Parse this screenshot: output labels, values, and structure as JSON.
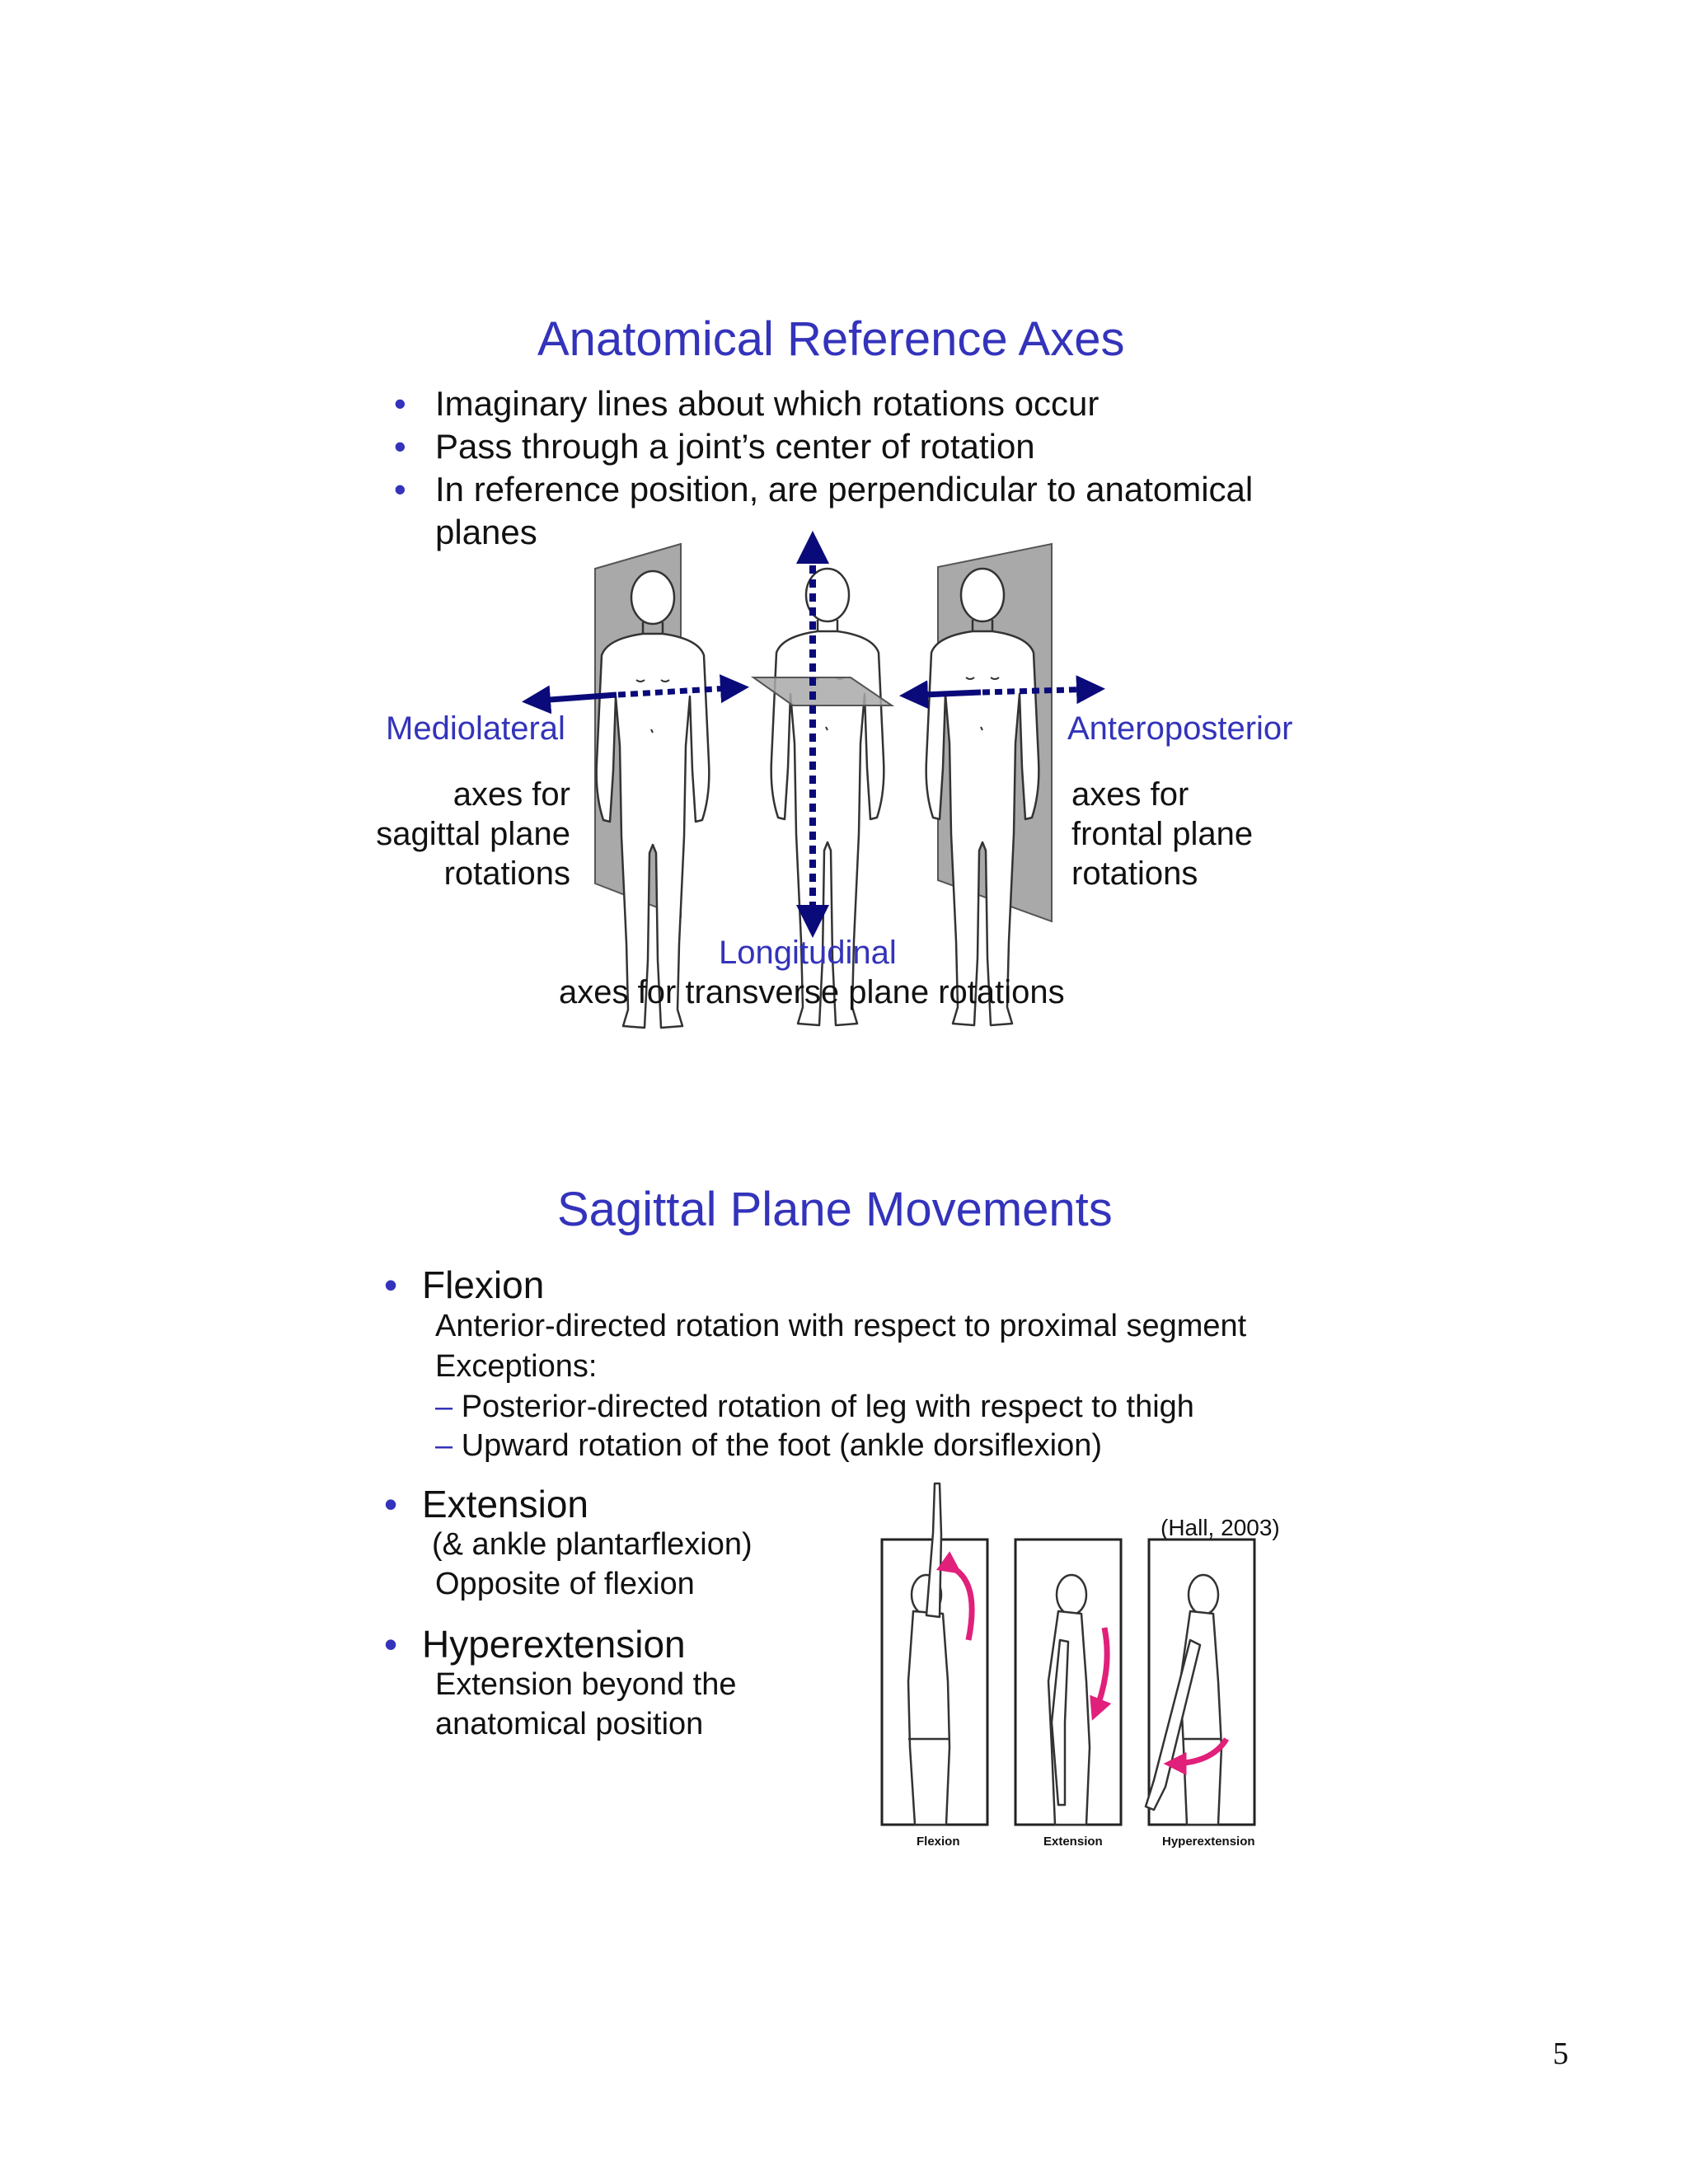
{
  "slide1": {
    "title": "Anatomical Reference Axes",
    "bullets": [
      "Imaginary lines about which rotations occur",
      "Pass through a joint’s center of rotation",
      "In reference position, are perpendicular to anatomical",
      "planes"
    ],
    "labels": {
      "mediolateral": "Mediolateral",
      "mediolateral_desc": [
        "axes for",
        "sagittal plane",
        "rotations"
      ],
      "anteroposterior": "Anteroposterior",
      "anteroposterior_desc": [
        "axes for",
        "frontal plane",
        "rotations"
      ],
      "longitudinal": "Longitudinal",
      "longitudinal_desc": "axes for transverse plane rotations"
    }
  },
  "slide2": {
    "title": "Sagittal Plane Movements",
    "flexion": {
      "heading": "Flexion",
      "lines": [
        "Anterior-directed rotation with respect to proximal segment",
        "Exceptions:"
      ],
      "dashes": [
        "Posterior-directed rotation of leg with respect to thigh",
        "Upward rotation of the foot (ankle dorsiflexion)"
      ]
    },
    "extension": {
      "heading": "Extension",
      "lines": [
        "(& ankle plantarflexion)",
        "Opposite of flexion"
      ]
    },
    "hyperextension": {
      "heading": "Hyperextension",
      "lines": [
        "Extension beyond the",
        "anatomical position"
      ]
    },
    "citation": "(Hall, 2003)",
    "figure_captions": [
      "Flexion",
      "Extension",
      "Hyperextension"
    ]
  },
  "page_number": "5",
  "colors": {
    "accent": "#3333bb",
    "arrow": "#0a0a7a",
    "motion_arrow": "#e0207a",
    "plane": "#a9a9a9"
  }
}
